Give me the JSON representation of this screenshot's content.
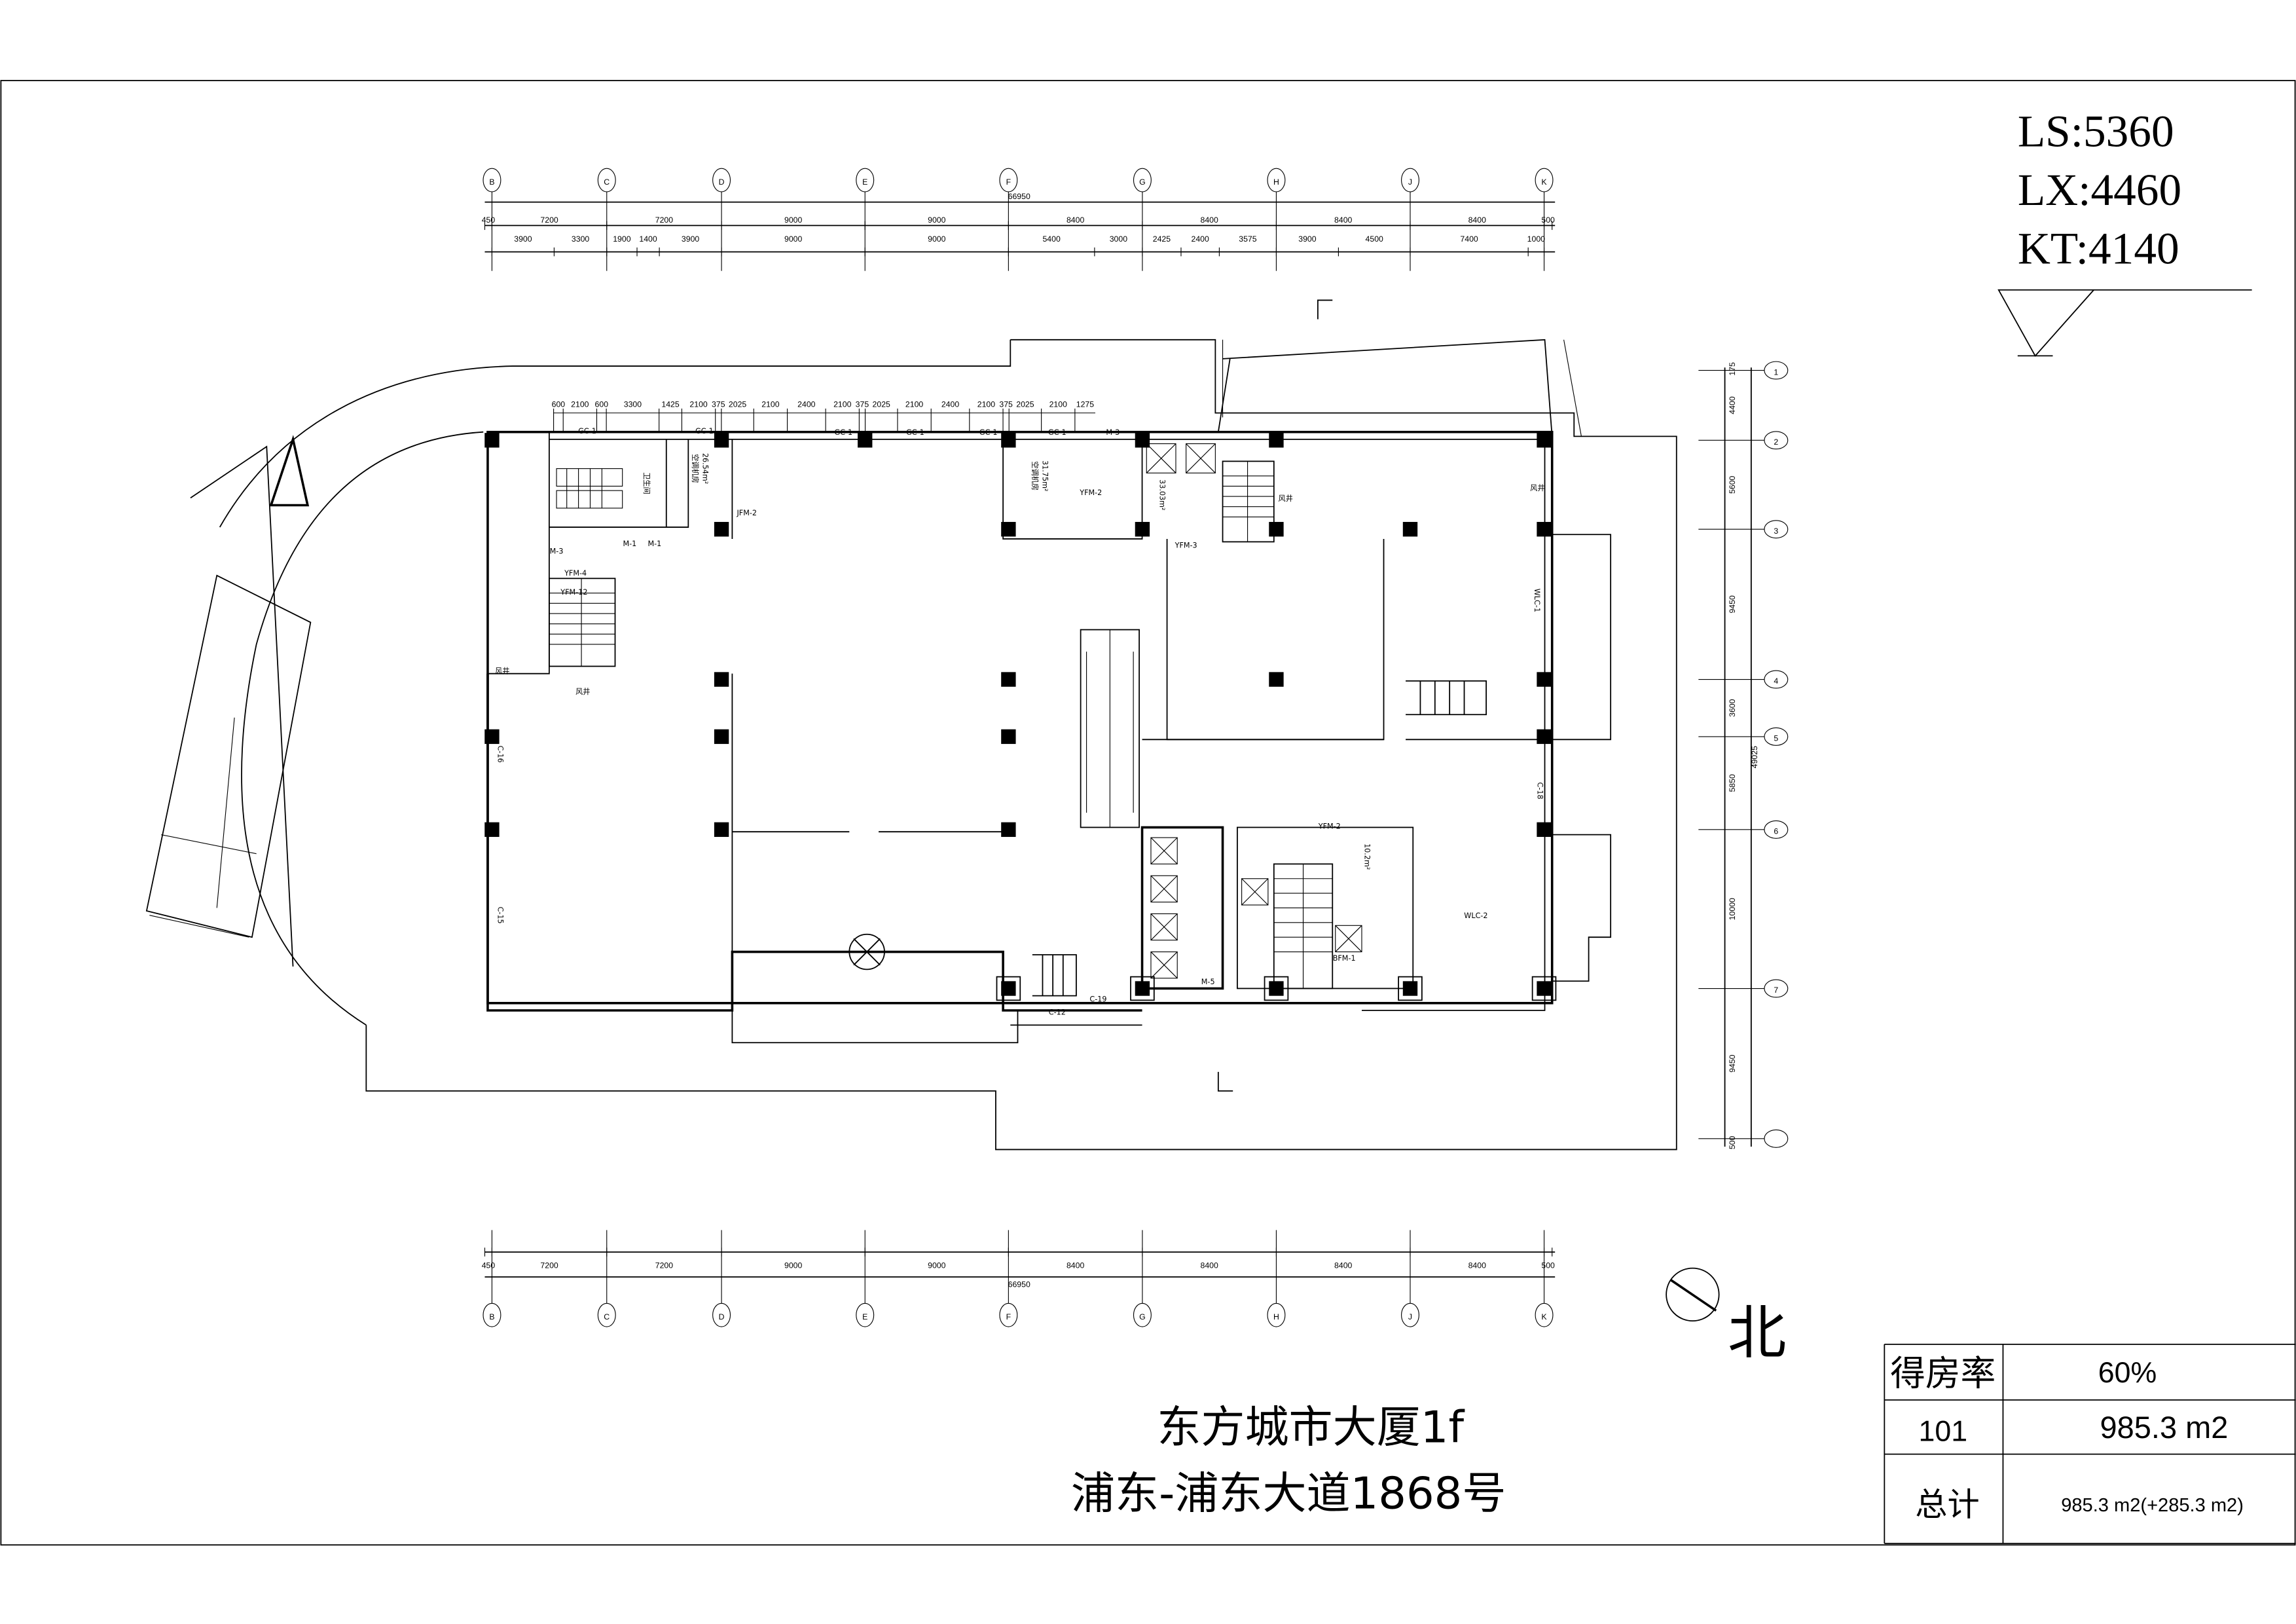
{
  "drawing": {
    "title_line1": "东方城市大厦1f",
    "title_line2": "浦东-浦东大道1868号",
    "north_label": "北",
    "levels": [
      "LS:5360",
      "LX:4460",
      "KT:4140"
    ]
  },
  "area_table": {
    "rows": [
      {
        "label": "得房率",
        "value": "60%"
      },
      {
        "label": "101",
        "value": "985.3 m2"
      },
      {
        "label": "总计",
        "value": "985.3 m2(+285.3 m2)"
      }
    ]
  },
  "axes": {
    "columns": [
      "B",
      "C",
      "D",
      "E",
      "F",
      "G",
      "H",
      "J",
      "K"
    ],
    "rows": [
      "1",
      "2",
      "3",
      "4",
      "5",
      "6",
      "7"
    ],
    "total_width": "66950",
    "total_depth": "49025",
    "top_dims_row1": [
      "450",
      "7200",
      "7200",
      "9000",
      "9000",
      "8400",
      "8400",
      "8400",
      "8400",
      "500"
    ],
    "top_dims_row2": [
      "3900",
      "3300",
      "1900",
      "1400",
      "3900",
      "9000",
      "9000",
      "5400",
      "3000",
      "2425",
      "2400",
      "3575",
      "3900",
      "4500",
      "7400",
      "1000"
    ],
    "bottom_dims": [
      "450",
      "7200",
      "7200",
      "9000",
      "9000",
      "8400",
      "8400",
      "8400",
      "8400",
      "500"
    ],
    "right_dims": [
      "175",
      "4400",
      "5600",
      "9450",
      "3600",
      "5850",
      "10000",
      "9450",
      "500"
    ],
    "window_dims": [
      "600",
      "2100",
      "600",
      "3300",
      "1425",
      "2100",
      "375",
      "2025",
      "2100",
      "2400",
      "2100",
      "375",
      "2025",
      "2100",
      "2400",
      "2100",
      "375",
      "2025",
      "2100",
      "1275"
    ]
  },
  "rooms": {
    "toilet": "卫生间",
    "ac_room_1_name": "空调机房",
    "ac_room_1_area": "26.54m²",
    "ac_room_2_name": "空调机房",
    "ac_room_2_area": "31.75m²",
    "lobby_area": "33.03m²",
    "core_area": "10.2m²",
    "shaft": "风井"
  },
  "tags": {
    "m1": "M-1",
    "m3": "M-3",
    "m5": "M-5",
    "yfm2": "YFM-2",
    "yfm3": "YFM-3",
    "yfm4": "YFM-4",
    "yfm12": "YFM-12",
    "jfm2": "JFM-2",
    "bfm1": "BFM-1",
    "gc1": "GC-1",
    "c15": "C-15",
    "c16": "C-16",
    "c18": "C-18",
    "c19": "C-19",
    "c12": "C-12",
    "wlc1": "WLC-1",
    "wlc2": "WLC-2"
  }
}
